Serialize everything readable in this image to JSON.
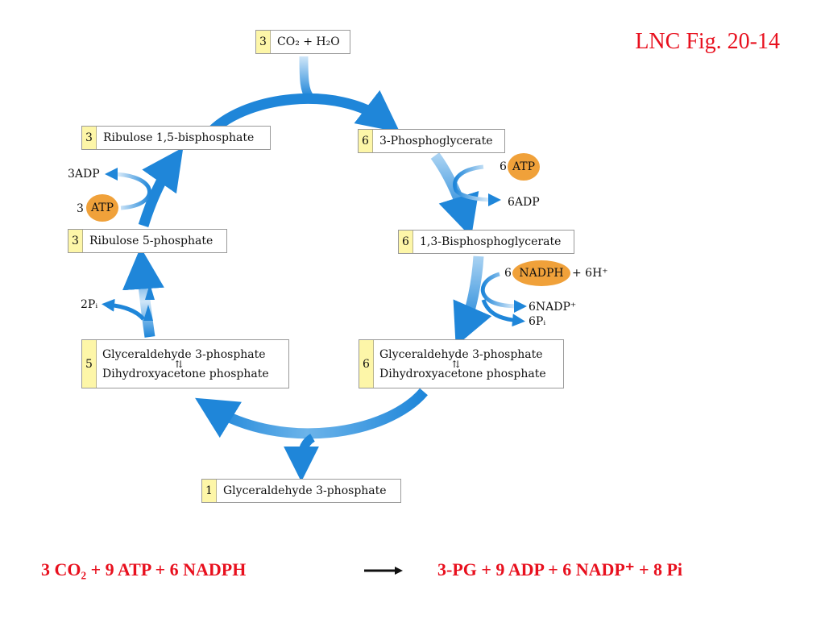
{
  "figure": {
    "reference": "LNC Fig. 20-14"
  },
  "compounds": {
    "co2_water": {
      "count": "3",
      "label": "CO₂ + H₂O"
    },
    "ribulose_15bp": {
      "count": "3",
      "label": "Ribulose 1,5-bisphosphate"
    },
    "phosphoglycerate": {
      "count": "6",
      "label": "3-Phosphoglycerate"
    },
    "ribulose_5p": {
      "count": "3",
      "label": "Ribulose 5-phosphate"
    },
    "bisphosphoglycerate": {
      "count": "6",
      "label": "1,3-Bisphosphoglycerate"
    },
    "triose_left": {
      "count": "5",
      "line1": "Glyceraldehyde 3-phosphate",
      "equilibrium": "⇅",
      "line2": "Dihydroxyacetone phosphate"
    },
    "triose_right": {
      "count": "6",
      "line1": "Glyceraldehyde 3-phosphate",
      "equilibrium": "⇅",
      "line2": "Dihydroxyacetone phosphate"
    },
    "g3p_output": {
      "count": "1",
      "label": "Glyceraldehyde 3-phosphate"
    }
  },
  "cofactors": {
    "atp_in_right": {
      "coef": "6",
      "name": "ATP"
    },
    "adp_out_right": "6ADP",
    "nadph_in": {
      "coef": "6",
      "name": "NADPH",
      "extra": "+ 6H⁺"
    },
    "nadp_out": "6NADP⁺",
    "pi_out_right": "6Pᵢ",
    "atp_in_left": {
      "coef": "3",
      "name": "ATP"
    },
    "adp_out_left": "3ADP",
    "pi_out_left": "2Pᵢ"
  },
  "equation": {
    "reactants": "3 CO₂  +  9 ATP  + 6 NADPH",
    "arrow": "⟶",
    "products": "3-PG  +  9 ADP  +  6 NADP⁺ +  8 Pi"
  },
  "colors": {
    "arrow_blue": "#1f86d9",
    "arrow_light": "#cfe6f8",
    "orb": "#f0a13a",
    "count_bg": "#fdf6a8",
    "caption_red": "#e8101e"
  }
}
